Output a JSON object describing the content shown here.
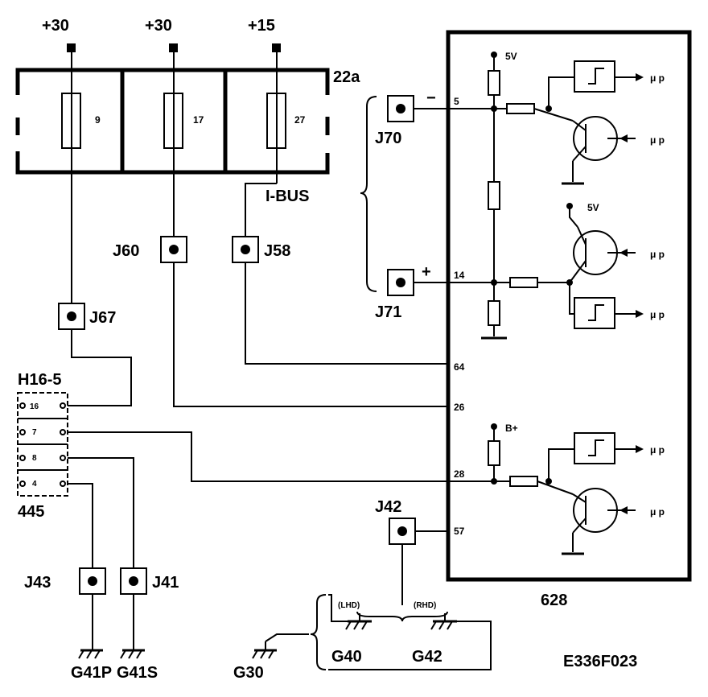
{
  "supply": {
    "v1": "+30",
    "v2": "+30",
    "v3": "+15"
  },
  "fuse_box": {
    "name": "22a",
    "fuses": [
      "9",
      "17",
      "27"
    ]
  },
  "ibus_label": "I-BUS",
  "connectors": {
    "j60": "J60",
    "j58": "J58",
    "j67": "J67",
    "j70": "J70",
    "j71": "J71",
    "j42": "J42",
    "j43": "J43",
    "j41": "J41"
  },
  "h16": {
    "name": "H16-5",
    "pins": [
      "16",
      "7",
      "8",
      "4"
    ],
    "part": "445"
  },
  "module": {
    "name": "628",
    "pins": [
      "5",
      "14",
      "64",
      "26",
      "28",
      "57"
    ],
    "v5": "5V",
    "bplus": "B+",
    "mu_p": "μ p"
  },
  "polarity": {
    "minus": "−",
    "plus": "+"
  },
  "grounds": {
    "g41p": "G41P",
    "g41s": "G41S",
    "g30": "G30",
    "g40": "G40",
    "g42": "G42"
  },
  "variants": {
    "lhd": "(LHD)",
    "rhd": "(RHD)"
  },
  "figure_code": "E336F023"
}
